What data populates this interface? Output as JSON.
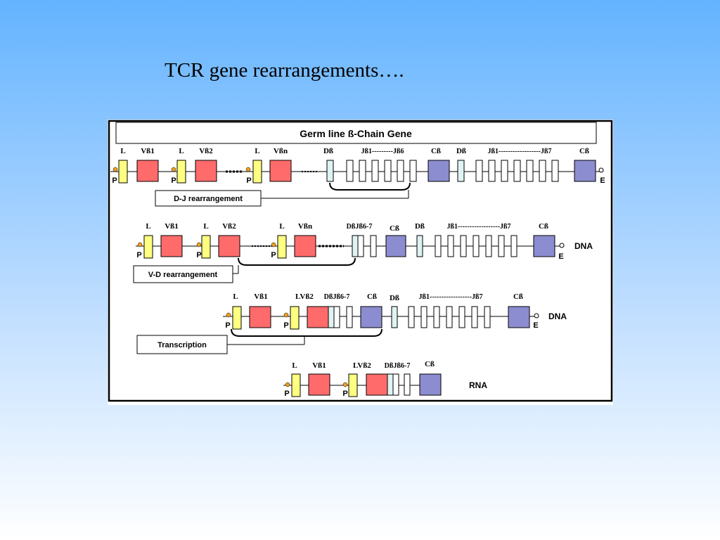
{
  "slide": {
    "title": "TCR gene rearrangements…."
  },
  "diagram": {
    "header": "Germ line ß-Chain Gene",
    "row1": {
      "labels": [
        "L",
        "Vß1",
        "L",
        "Vß2",
        "L",
        "Vßn",
        "Dß",
        "Jß1---------Jß6",
        "Cß",
        "Dß",
        "Jß1------------------Jß7",
        "Cß"
      ],
      "promoters": [
        "P",
        "P",
        "P"
      ],
      "enhancer": "E",
      "callout": "D-J rearrangement"
    },
    "row2": {
      "labels": [
        "L",
        "Vß1",
        "L",
        "Vß2",
        "L",
        "Vßn",
        "DßJß6-7",
        "Cß",
        "Dß",
        "Jß1------------------Jß7",
        "Cß"
      ],
      "promoters": [
        "P",
        "P",
        "P"
      ],
      "enhancer": "E",
      "side": "DNA",
      "callout": "V-D rearrangement"
    },
    "row3": {
      "labels": [
        "L",
        "Vß1",
        "LVß2",
        "DßJß6-7",
        "Cß",
        "Dß",
        "Jß1------------------Jß7",
        "Cß"
      ],
      "promoters": [
        "P",
        "P"
      ],
      "enhancer": "E",
      "side": "DNA",
      "callout": "Transcription"
    },
    "row4": {
      "labels": [
        "L",
        "Vß1",
        "LVß2",
        "DßJß6-7",
        "Cß"
      ],
      "promoters": [
        "P",
        "P"
      ],
      "side": "RNA"
    },
    "colors": {
      "leader": "#ffff80",
      "v_segment": "#ff6b6b",
      "d_segment": "#dff3f3",
      "j_segment": "#ffffff",
      "c_segment": "#8c8cd0",
      "promoter": "#f0a020",
      "frame": "#000000",
      "figure_bg": "#ffffff"
    }
  }
}
